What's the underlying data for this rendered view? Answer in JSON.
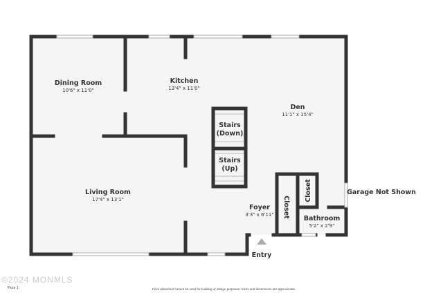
{
  "rooms": {
    "dining": {
      "name": "Dining Room",
      "size": "10'6\" x 11'0\""
    },
    "kitchen": {
      "name": "Kitchen",
      "size": "13'4\" x 11'0\""
    },
    "den": {
      "name": "Den",
      "size": "11'1\" x 15'4\""
    },
    "stairs_down": {
      "name": "Stairs",
      "sub": "(Down)"
    },
    "stairs_up": {
      "name": "Stairs",
      "sub": "(Up)"
    },
    "living": {
      "name": "Living Room",
      "size": "17'4\" x 13'1\""
    },
    "foyer": {
      "name": "Foyer",
      "size": "3'3\" x 6'11\""
    },
    "closet1": {
      "name": "Closet"
    },
    "closet2": {
      "name": "Closet"
    },
    "bathroom": {
      "name": "Bathroom",
      "size": "5'2\" x 2'9\""
    }
  },
  "labels": {
    "garage": "Garage Not Shown",
    "entry": "Entry"
  },
  "footer": {
    "floor": "Floor 1",
    "disclaimer": "Floor plans/tour cannot be used for building or design purposes. Sizes and dimensions are approximate.",
    "watermark": "©2024 MONMLS"
  },
  "colors": {
    "wall": "#333333",
    "floor": "#f5f5f5"
  }
}
